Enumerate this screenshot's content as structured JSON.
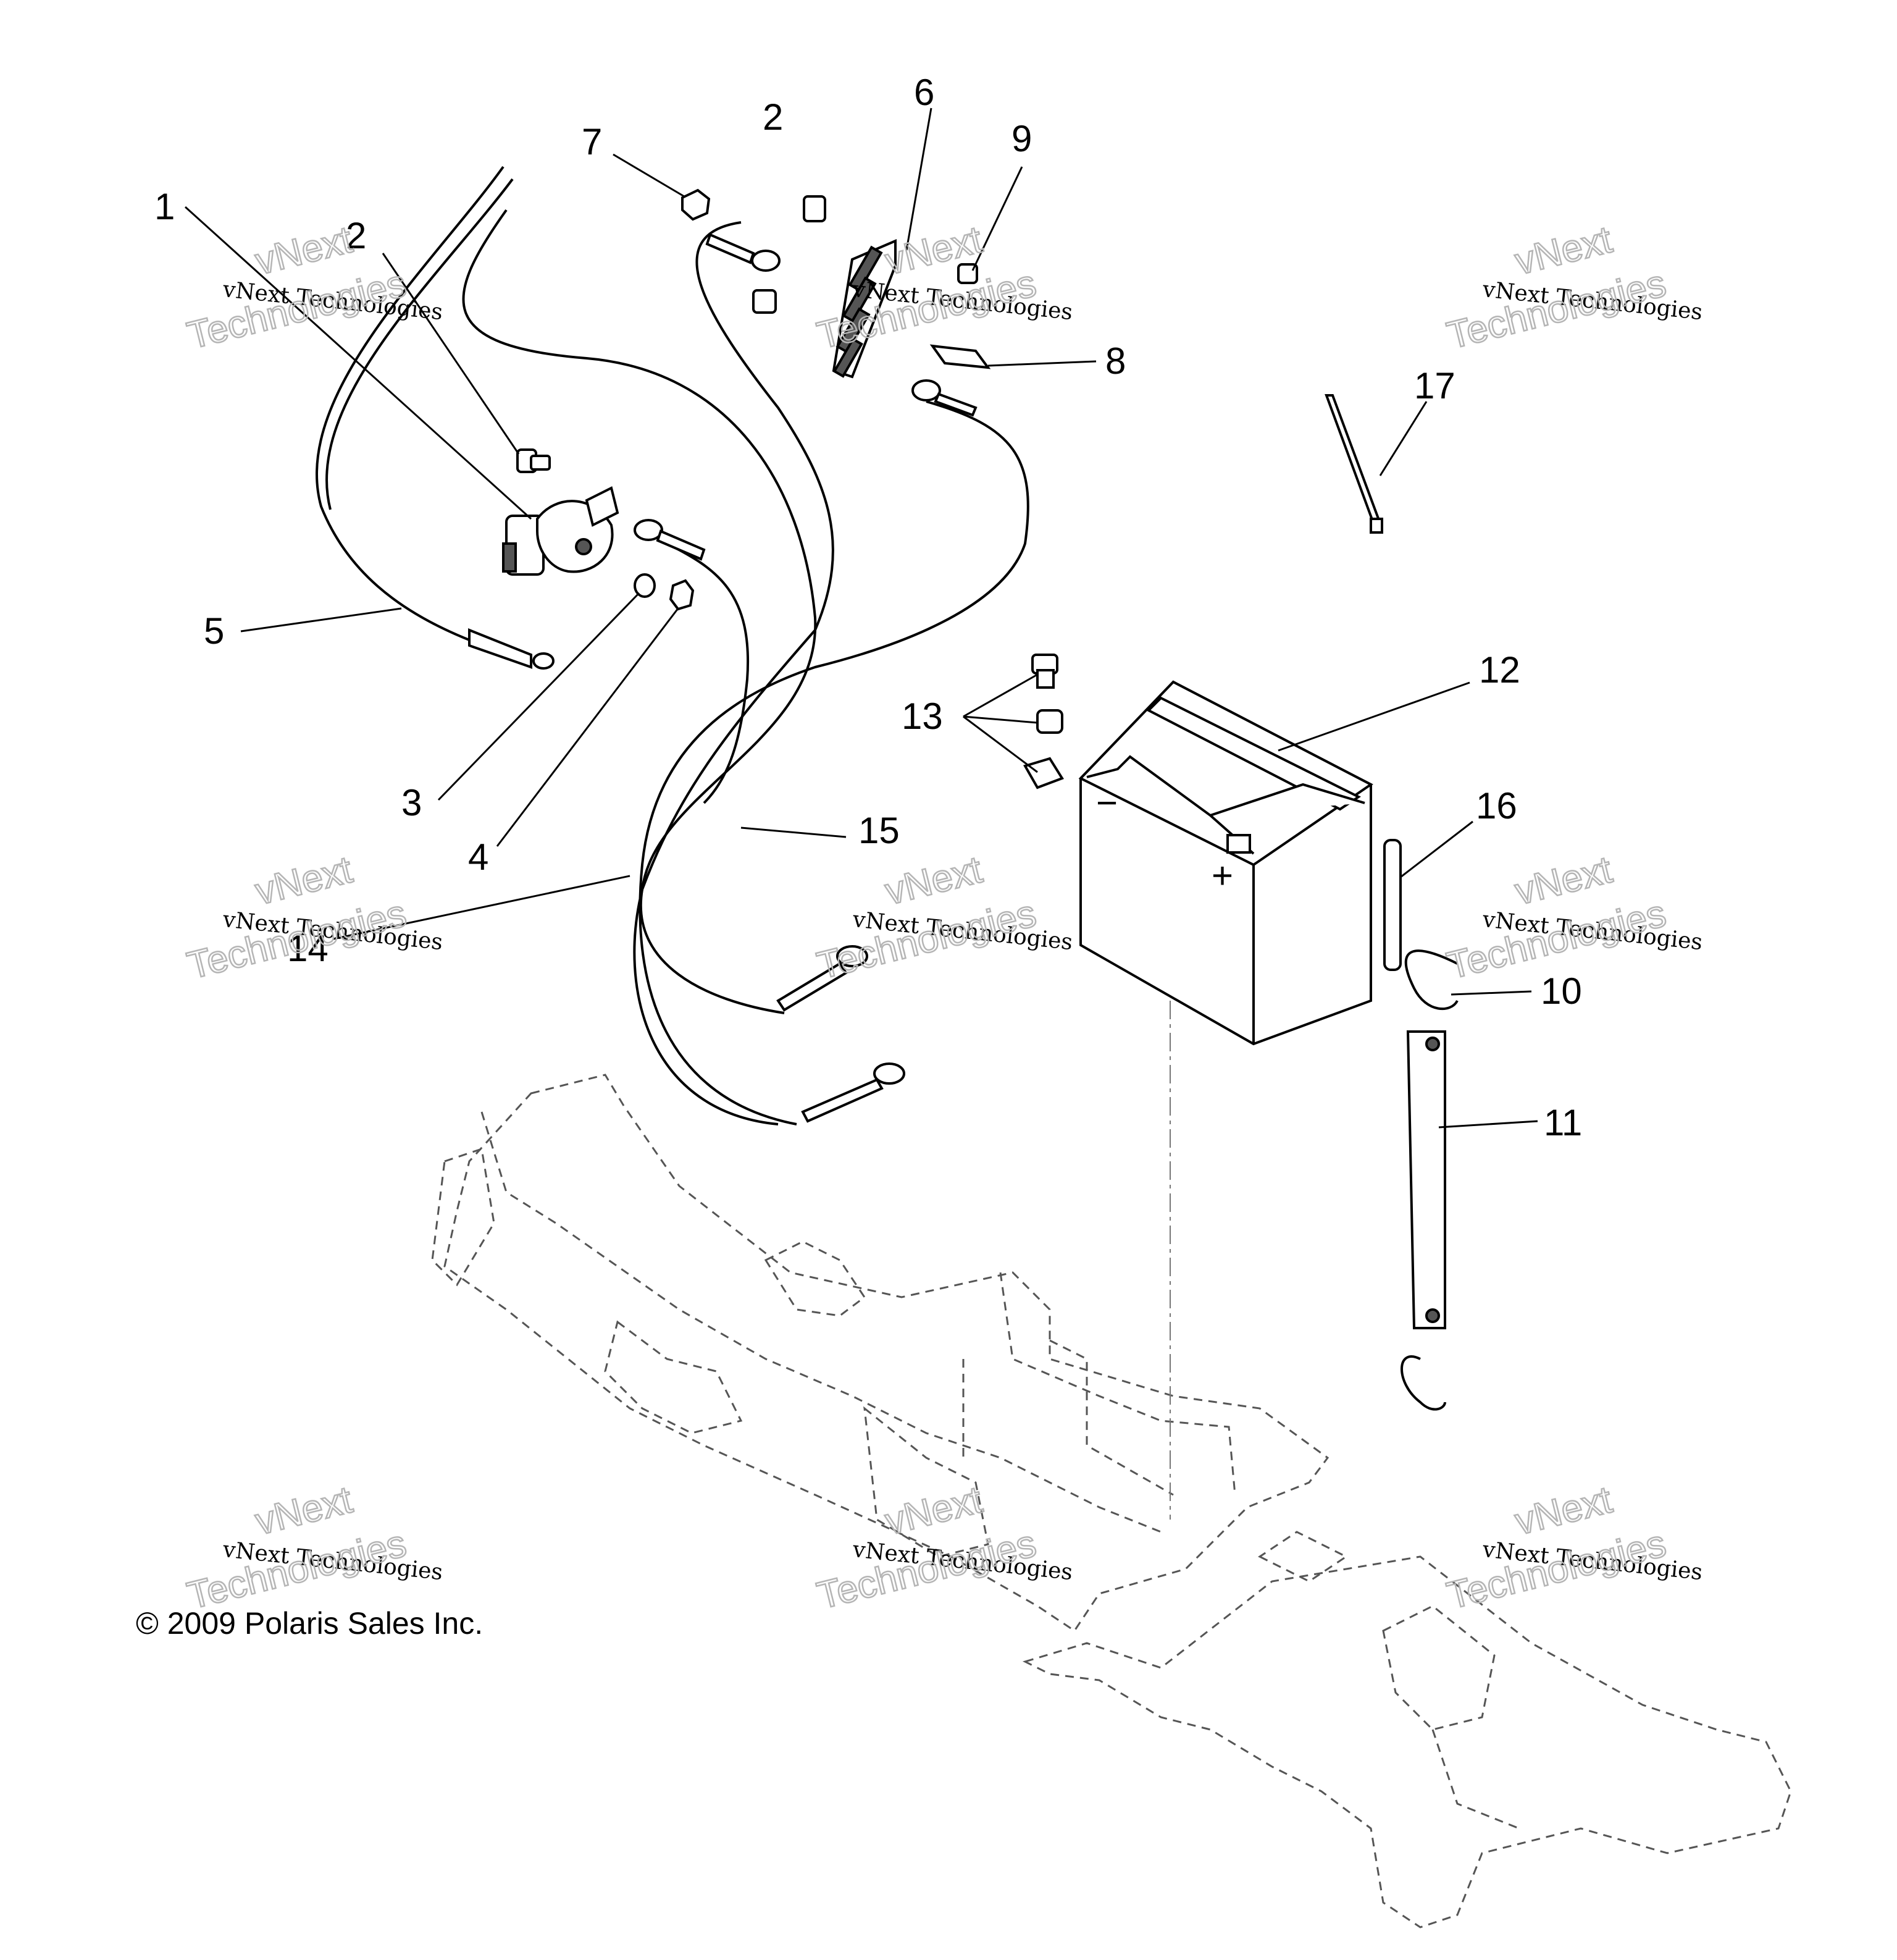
{
  "callouts": [
    {
      "id": "1",
      "text": "1"
    },
    {
      "id": "2a",
      "text": "2"
    },
    {
      "id": "2b",
      "text": "2"
    },
    {
      "id": "3",
      "text": "3"
    },
    {
      "id": "4",
      "text": "4"
    },
    {
      "id": "5",
      "text": "5"
    },
    {
      "id": "6",
      "text": "6"
    },
    {
      "id": "7",
      "text": "7"
    },
    {
      "id": "8",
      "text": "8"
    },
    {
      "id": "9",
      "text": "9"
    },
    {
      "id": "10",
      "text": "10"
    },
    {
      "id": "11",
      "text": "11"
    },
    {
      "id": "12",
      "text": "12"
    },
    {
      "id": "13",
      "text": "13"
    },
    {
      "id": "14",
      "text": "14"
    },
    {
      "id": "15",
      "text": "15"
    },
    {
      "id": "16",
      "text": "16"
    },
    {
      "id": "17",
      "text": "17"
    }
  ],
  "battery": {
    "minus": "−",
    "plus": "+"
  },
  "watermark": {
    "line1": "vNext",
    "line2": "vNext Technologies",
    "line3": "Technologies"
  },
  "copyright": "© 2009 Polaris Sales Inc."
}
